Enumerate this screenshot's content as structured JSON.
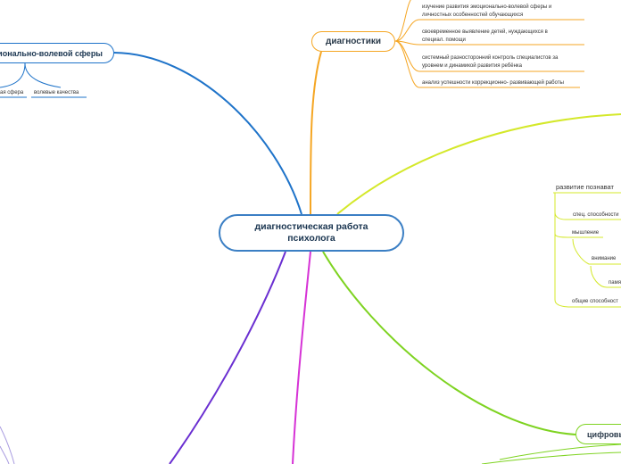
{
  "central": {
    "title_line1": "диагностическая работа",
    "title_line2": "психолога"
  },
  "diagnostics": {
    "title": "диагностики",
    "items": [
      {
        "line1": "изучение развития  эмоционально-волевой сферы и",
        "line2": "личностных особенностей обучающихся"
      },
      {
        "line1": "своевременное выявление детей, нуждающихся в",
        "line2": "специал. помощи"
      },
      {
        "line1": "системный разносторонний контроль специалистов за",
        "line2": "уровнем и динамикой развития ребёнка"
      },
      {
        "line1": "анализ успешности коррекционно- развивающей работы",
        "line2": ""
      }
    ]
  },
  "emotional": {
    "title": "ционально-волевой сферы",
    "children": [
      "ая сфера",
      "волевые качества"
    ]
  },
  "cognitive": {
    "title": "развитие познават",
    "items": [
      "спец. способности",
      "мышление",
      "внимание",
      "памя",
      "общие способност"
    ]
  },
  "digital": {
    "title": "цифровы"
  },
  "colors": {
    "blue": "#1e73c9",
    "orange": "#f5a623",
    "yellow": "#d4e82a",
    "green": "#7ed321",
    "magenta": "#d633d6",
    "purple": "#6a2fd1",
    "lavender": "#a99ce0"
  }
}
